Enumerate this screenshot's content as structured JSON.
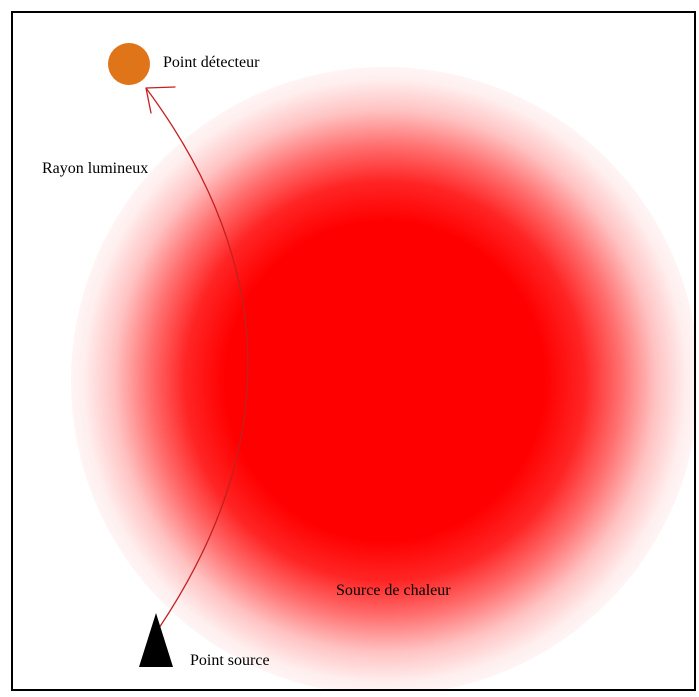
{
  "labels": {
    "detector": "Point détecteur",
    "ray": "Rayon lumineux",
    "heat": "Source de chaleur",
    "source": "Point source"
  },
  "colors": {
    "heat": "#ff0000",
    "detector": "#e07418",
    "source": "#000000",
    "ray": "#c42020"
  }
}
